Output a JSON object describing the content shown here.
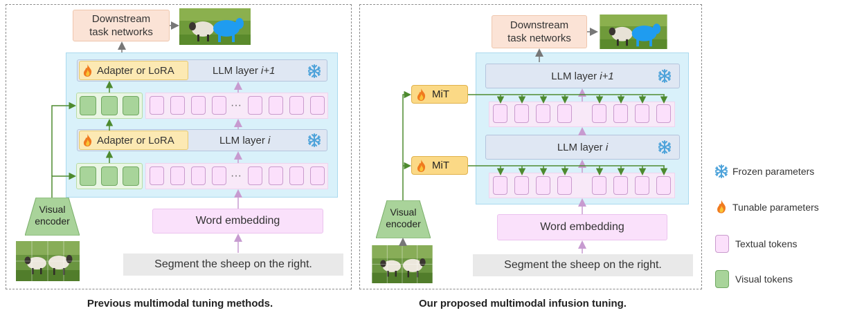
{
  "left": {
    "caption": "Previous multimodal tuning methods.",
    "downstream": "Downstream\ntask networks",
    "layer_top": {
      "prefix": "LLM layer ",
      "index": "i+1"
    },
    "layer_bottom": {
      "prefix": "LLM layer ",
      "index": "i"
    },
    "adapter": "Adapter or LoRA",
    "ellipsis": "···",
    "embedding": "Word embedding",
    "encoder": "Visual\nencoder",
    "prompt": "Segment the sheep on the right."
  },
  "right": {
    "caption": "Our proposed multimodal infusion tuning.",
    "downstream": "Downstream\ntask networks",
    "layer_top": {
      "prefix": "LLM layer ",
      "index": "i+1"
    },
    "layer_bottom": {
      "prefix": "LLM layer ",
      "index": "i"
    },
    "mit": "MiT",
    "embedding": "Word embedding",
    "encoder": "Visual\nencoder",
    "prompt": "Segment the sheep on the right."
  },
  "legend": {
    "frozen": "Frozen parameters",
    "tunable": "Tunable parameters",
    "textual": "Textual tokens",
    "visual": "Visual tokens"
  },
  "colors": {
    "arrow_gray": "#777777",
    "arrow_purple": "#c79bd0",
    "arrow_green": "#4d8a2f",
    "snowflake": "#4ea3da",
    "flame": "#f07a1e"
  },
  "icons": {
    "frozen": "snowflake-icon",
    "tunable": "flame-icon",
    "sheep_photo": "sheep-photo",
    "segmentation_output": "segmentation-output-image"
  }
}
